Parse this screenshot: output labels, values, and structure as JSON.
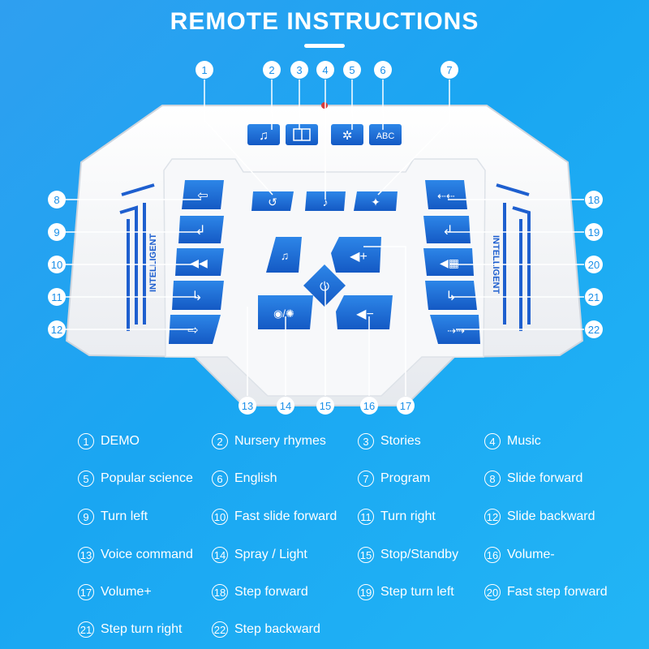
{
  "title": "REMOTE INSTRUCTIONS",
  "colors": {
    "background": "#2fa3f1",
    "button": "#1e6fd8",
    "body": "#f2f4f7"
  },
  "legend": [
    {
      "num": "1",
      "label": "DEMO"
    },
    {
      "num": "2",
      "label": "Nursery rhymes"
    },
    {
      "num": "3",
      "label": "Stories"
    },
    {
      "num": "4",
      "label": "Music"
    },
    {
      "num": "5",
      "label": "Popular science"
    },
    {
      "num": "6",
      "label": "English"
    },
    {
      "num": "7",
      "label": "Program"
    },
    {
      "num": "8",
      "label": "Slide forward"
    },
    {
      "num": "9",
      "label": "Turn left"
    },
    {
      "num": "10",
      "label": "Fast slide forward"
    },
    {
      "num": "11",
      "label": "Turn right"
    },
    {
      "num": "12",
      "label": "Slide backward"
    },
    {
      "num": "13",
      "label": "Voice command"
    },
    {
      "num": "14",
      "label": "Spray / Light"
    },
    {
      "num": "15",
      "label": "Stop/Standby"
    },
    {
      "num": "16",
      "label": "Volume-"
    },
    {
      "num": "17",
      "label": "Volume+"
    },
    {
      "num": "18",
      "label": "Step forward"
    },
    {
      "num": "19",
      "label": "Step turn left"
    },
    {
      "num": "20",
      "label": "Fast step forward"
    },
    {
      "num": "21",
      "label": "Step turn right"
    },
    {
      "num": "22",
      "label": "Step backward"
    }
  ],
  "remote": {
    "side_text_left": "INTELLIGENT",
    "side_text_right": "INTELLIGENT",
    "button_abc": "ABC"
  }
}
